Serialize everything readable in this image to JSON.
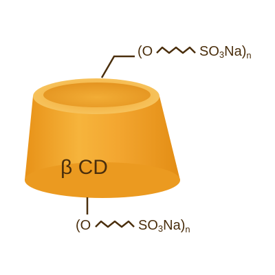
{
  "molecule": {
    "core_label": "β CD",
    "top_substituent": {
      "open": "(O",
      "group": "SO",
      "subscript": "3",
      "cation": "Na)",
      "repeat": "n"
    },
    "bottom_substituent": {
      "open": "(O",
      "group": "SO",
      "subscript": "3",
      "cation": "Na)",
      "repeat": "n"
    }
  },
  "colors": {
    "body_orange": "#f0a52a",
    "rim_light": "#f7c35a",
    "cavity": "#e8991e",
    "text_brown": "#4a2e0c"
  }
}
